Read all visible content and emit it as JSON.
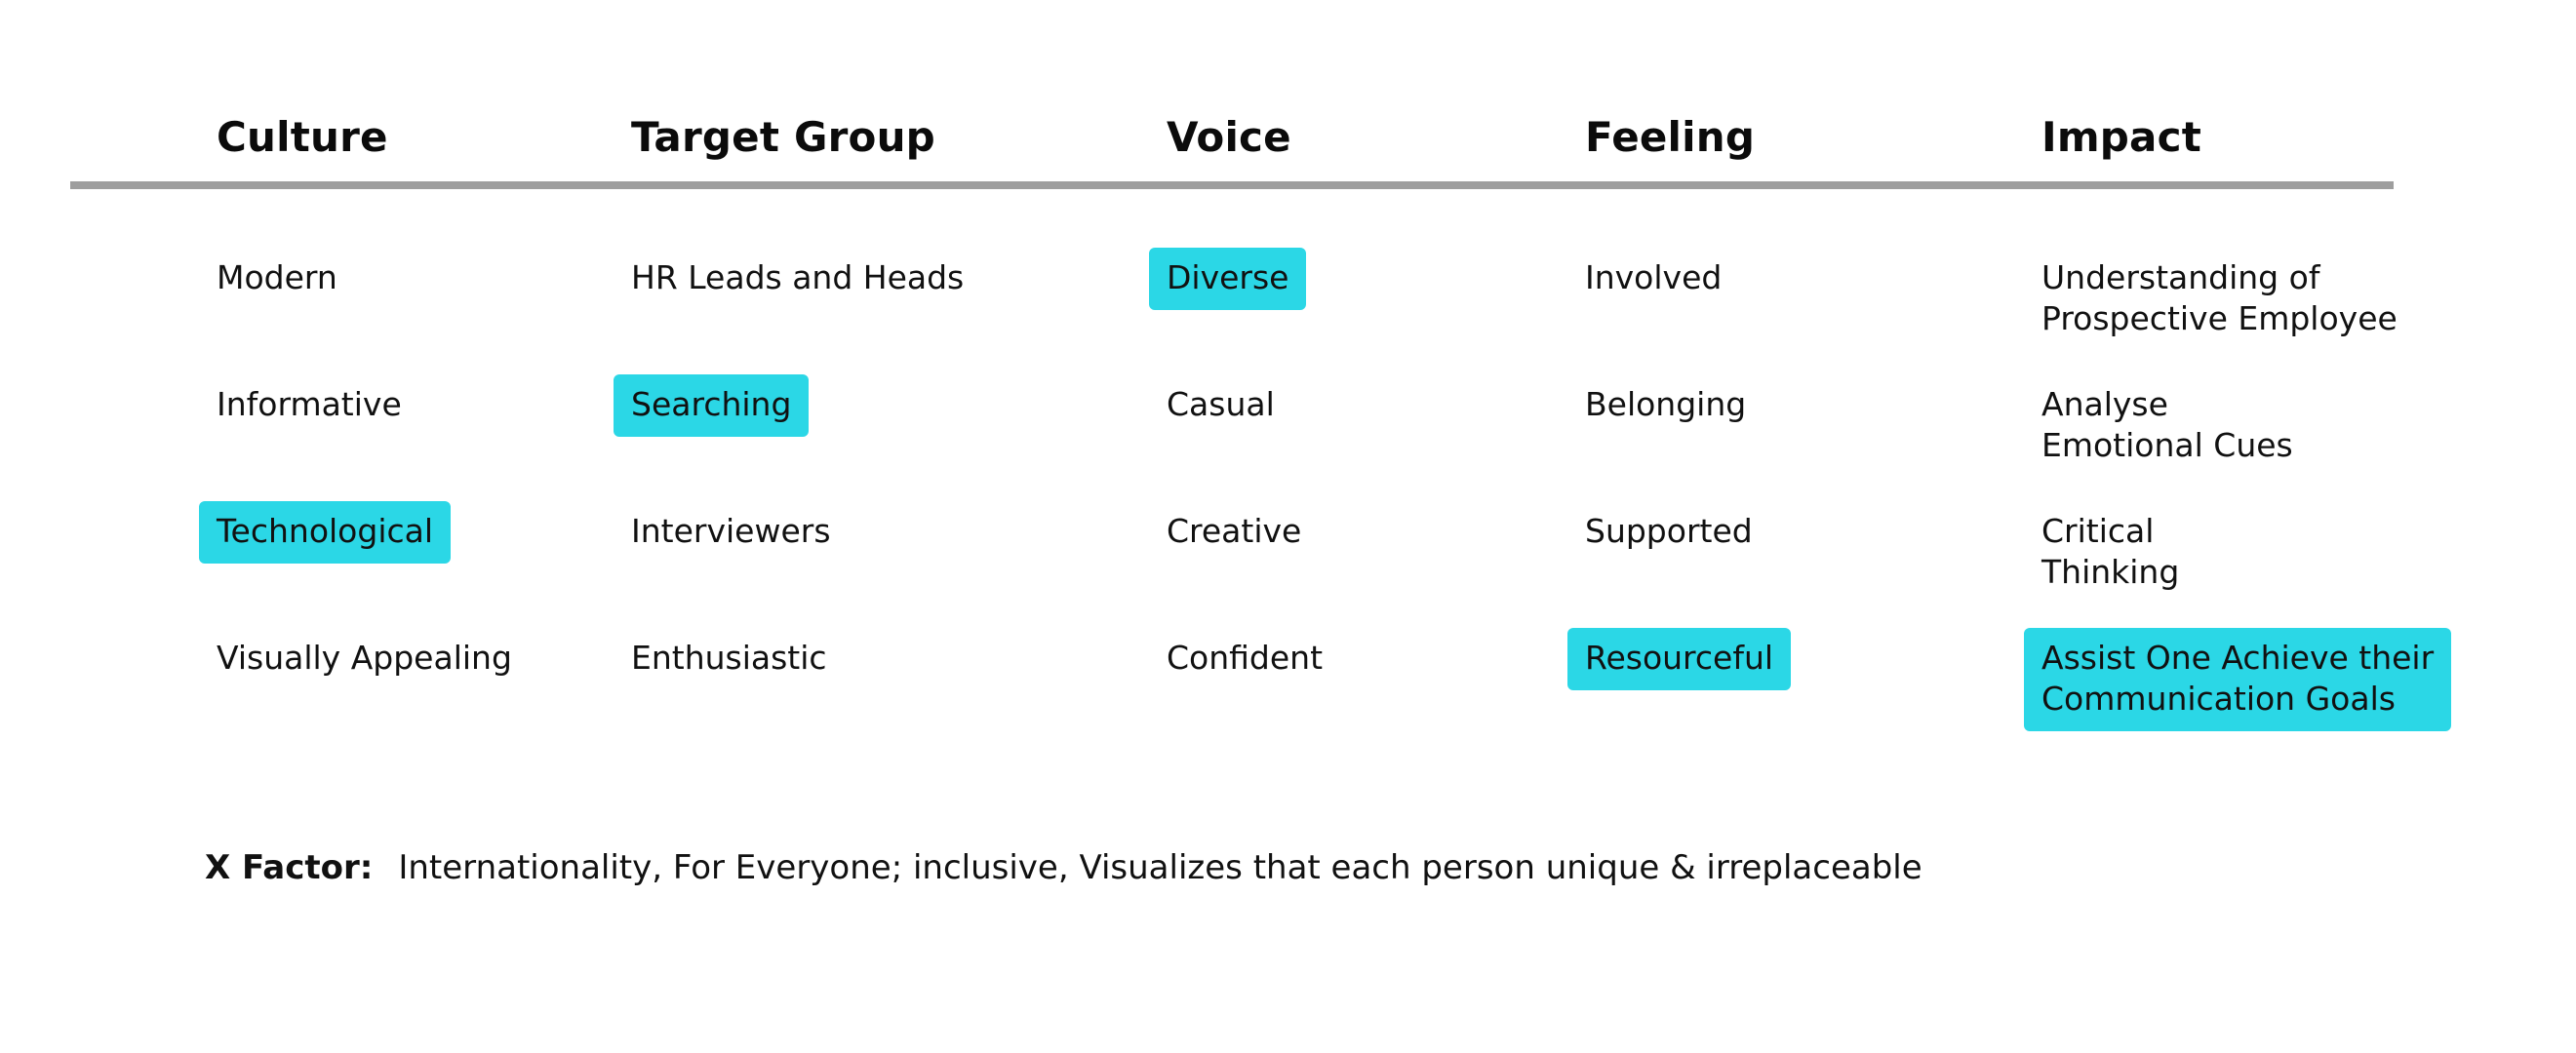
{
  "colors": {
    "highlight": "#2BD7E6",
    "rule": "#9E9E9E"
  },
  "columns": [
    {
      "header": "Culture",
      "cells": [
        {
          "text": "Modern",
          "highlight": false
        },
        {
          "text": "Informative",
          "highlight": false
        },
        {
          "text": "Technological",
          "highlight": true
        },
        {
          "text": "Visually Appealing",
          "highlight": false
        }
      ]
    },
    {
      "header": "Target Group",
      "cells": [
        {
          "text": "HR Leads and Heads",
          "highlight": false
        },
        {
          "text": "Searching",
          "highlight": true
        },
        {
          "text": "Interviewers",
          "highlight": false
        },
        {
          "text": "Enthusiastic",
          "highlight": false
        }
      ]
    },
    {
      "header": "Voice",
      "cells": [
        {
          "text": "Diverse",
          "highlight": true
        },
        {
          "text": "Casual",
          "highlight": false
        },
        {
          "text": "Creative",
          "highlight": false
        },
        {
          "text": "Confident",
          "highlight": false
        }
      ]
    },
    {
      "header": "Feeling",
      "cells": [
        {
          "text": "Involved",
          "highlight": false
        },
        {
          "text": "Belonging",
          "highlight": false
        },
        {
          "text": "Supported",
          "highlight": false
        },
        {
          "text": "Resourceful",
          "highlight": true
        }
      ]
    },
    {
      "header": "Impact",
      "cells": [
        {
          "text": "Understanding of\nProspective Employee",
          "highlight": false
        },
        {
          "text": "Analyse\nEmotional Cues",
          "highlight": false
        },
        {
          "text": "Critical\nThinking",
          "highlight": false
        },
        {
          "text": "Assist One Achieve their\nCommunication Goals",
          "highlight": true
        }
      ]
    }
  ],
  "x_factor": {
    "label": "X Factor:",
    "text": "Internationality, For Everyone; inclusive, Visualizes that each person unique & irreplaceable"
  }
}
